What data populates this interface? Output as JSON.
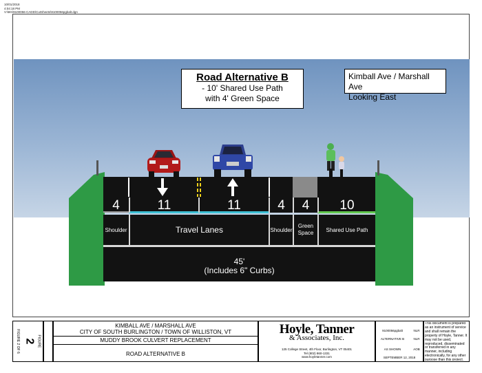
{
  "header_meta": {
    "date": "10/01/2018",
    "time": "4:04:18 PM",
    "path": "V:\\BG\\9100056-CADD\\CutSheets\\9100056pgbalt.dgn"
  },
  "title_box": {
    "title": "Road Alternative B",
    "line1": "- 10' Shared Use Path",
    "line2": "with 4' Green Space"
  },
  "location_box": {
    "line1": "Kimball Ave / Marshall Ave",
    "line2": "Looking East"
  },
  "widths": [
    "4",
    "11",
    "11",
    "4",
    "4",
    "10"
  ],
  "labels": {
    "shoulder_left": "Shoulder",
    "travel_lanes": "Travel Lanes",
    "shoulder_right": "Shoulder",
    "green_space": "Green Space",
    "shared_use_path": "Shared Use Path"
  },
  "total": {
    "value": "45'",
    "note": "(Includes 6\" Curbs)"
  },
  "title_block": {
    "figure_label": "FIGURE",
    "figure_number": "2",
    "figure_of": "FIGURE 2 OF 6",
    "project_line1": "KIMBALL AVE / MARSHALL AVE",
    "project_line2": "CITY OF SOUTH BURLINGTON / TOWN OF WILLISTON, VT",
    "project_line3": "MUDDY BROOK CULVERT REPLACEMENT",
    "drawing_title": "ROAD ALTERNATIVE B",
    "firm_name": "Hoyle, Tanner",
    "firm_sub": "& Associates, Inc.",
    "firm_address": "125 College Street, 4th Floor, Burlington, VT 05401",
    "firm_tel": "Tel (802) 860-1331",
    "firm_web": "www.hoyletanner.com",
    "scale": "AS SHOWN",
    "date": "SEPTEMBER 12, 2018",
    "sheet_name": "ALTERNATIVE B",
    "file": "9100056pgbalt",
    "drawn": "NLR",
    "checked": "NLR",
    "approved": "AOB",
    "notice": "This document is prepared as an instrument of service and shall remain the property of Hoyle, Tanner. It may not be used, reproduced, disseminated or transferred in any manner, including electronically, for any other purpose than this project, without the written permission of Hoyle, Tanner."
  },
  "colors": {
    "grass": "#2e9a45",
    "pavement": "#121212",
    "bike_path": "#3ec1d6",
    "path_edge": "#63c94f",
    "sky": "#9cb6d5"
  }
}
